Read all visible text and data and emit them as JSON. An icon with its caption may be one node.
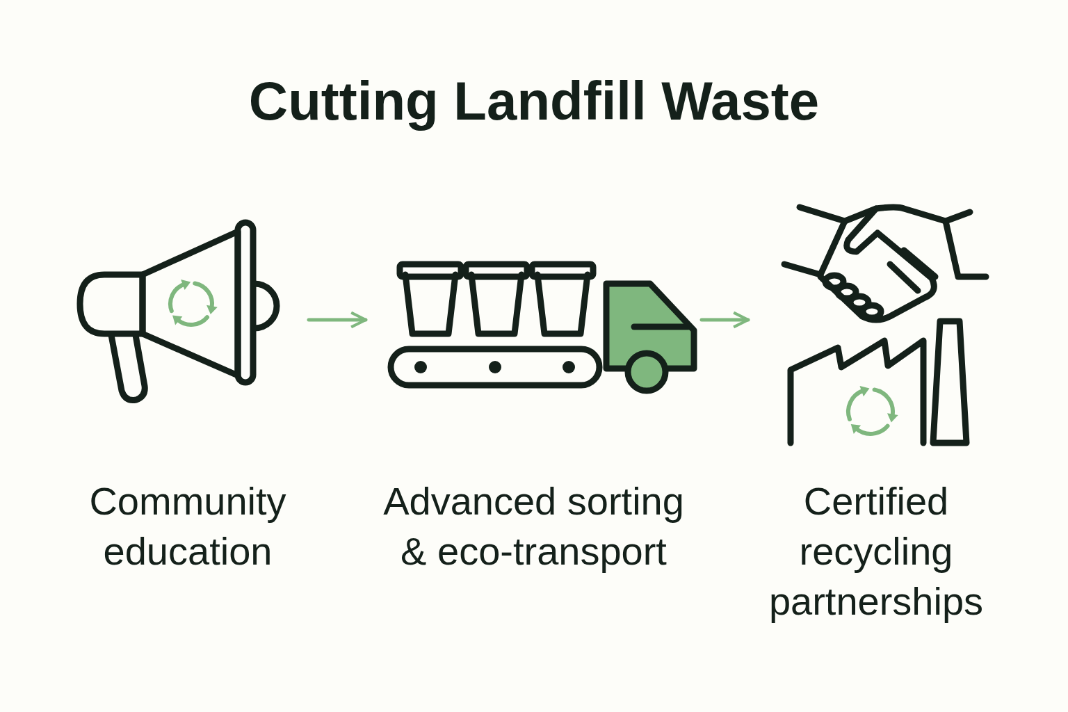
{
  "diagram": {
    "title": "Cutting Landfill Waste",
    "nodes": [
      {
        "text": [
          "Community education"
        ]
      },
      {
        "text": [
          "Advanced sorting & eco-transport"
        ]
      },
      {
        "text": [
          "Certified recycling partnerships"
        ]
      }
    ],
    "edges": [
      {
        "from": 0,
        "to": 1,
        "arrow": "to"
      },
      {
        "from": 1,
        "to": 2,
        "arrow": "to"
      }
    ]
  }
}
